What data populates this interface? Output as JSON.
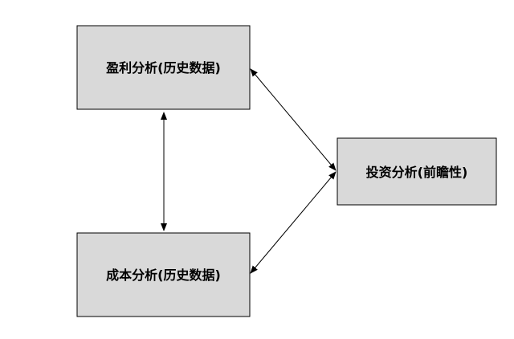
{
  "diagram": {
    "nodes": {
      "profit": {
        "label": "盈利分析(历史数据)"
      },
      "cost": {
        "label": "成本分析(历史数据)"
      },
      "investment": {
        "label": "投资分析(前瞻性)"
      }
    },
    "edges": [
      {
        "from": "profit",
        "to": "cost",
        "direction": "both"
      },
      {
        "from": "profit",
        "to": "investment",
        "direction": "both"
      },
      {
        "from": "cost",
        "to": "investment",
        "direction": "both"
      }
    ],
    "colors": {
      "box_fill": "#d9d9d9",
      "stroke": "#000000",
      "background": "#ffffff"
    }
  }
}
